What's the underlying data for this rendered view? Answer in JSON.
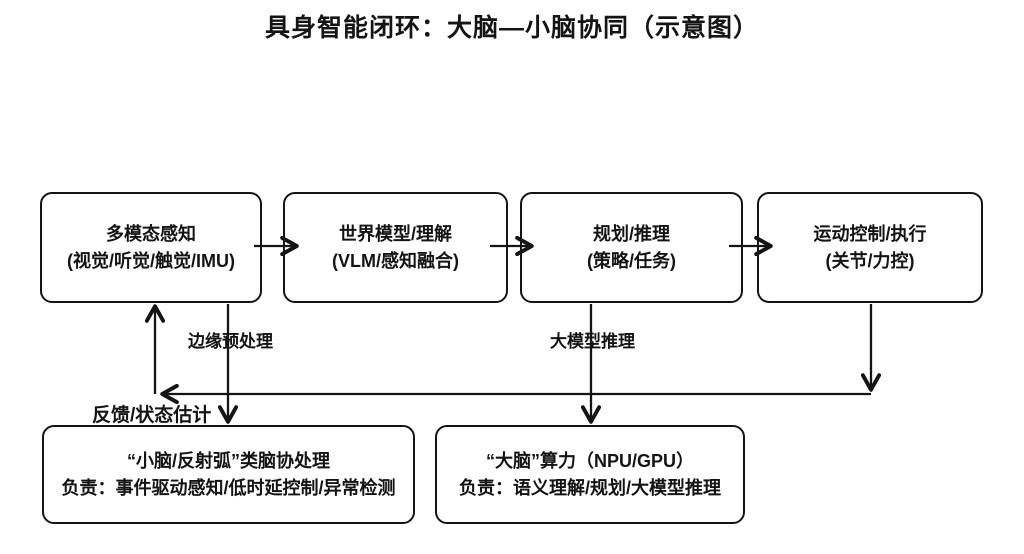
{
  "title": "具身智能闭环：大脑—小脑协同（示意图）",
  "colors": {
    "ink": "#141414",
    "background": "#ffffff"
  },
  "pipeline": [
    {
      "id": "perception",
      "line1": "多模态感知",
      "line2": "(视觉/听觉/触觉/IMU)"
    },
    {
      "id": "world-model",
      "line1": "世界模型/理解",
      "line2": "(VLM/感知融合)"
    },
    {
      "id": "planning",
      "line1": "规划/推理",
      "line2": "(策略/任务)"
    },
    {
      "id": "motion",
      "line1": "运动控制/执行",
      "line2": "(关节/力控)"
    }
  ],
  "compute": [
    {
      "id": "cerebellum",
      "line1": "“小脑/反射弧”类脑协处理",
      "line2": "负责：事件驱动感知/低时延控制/异常检测"
    },
    {
      "id": "brain",
      "line1": "“大脑”算力（NPU/GPU）",
      "line2": "负责：语义理解/规划/大模型推理"
    }
  ],
  "edge_labels": {
    "edge_preprocess": "边缘预处理",
    "llm_inference": "大模型推理",
    "feedback": "反馈/状态估计"
  }
}
